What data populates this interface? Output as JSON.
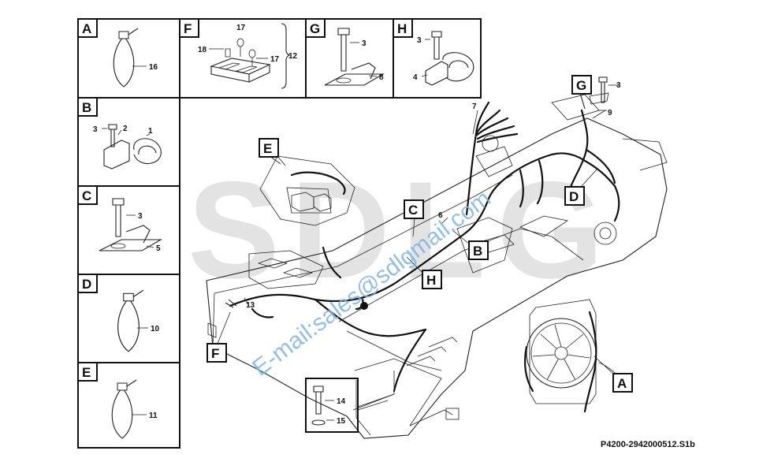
{
  "watermark": {
    "brand": "SDLG",
    "email": "E-mail:sales@sdlgmail.com"
  },
  "drawing_code": "P4200-2942000512.S1b",
  "detail_panels": [
    {
      "letter": "A",
      "parts": [
        {
          "no": "16"
        }
      ]
    },
    {
      "letter": "B",
      "parts": [
        {
          "no": "3"
        },
        {
          "no": "2"
        },
        {
          "no": "1"
        }
      ]
    },
    {
      "letter": "C",
      "parts": [
        {
          "no": "3"
        },
        {
          "no": "5"
        }
      ]
    },
    {
      "letter": "D",
      "parts": [
        {
          "no": "10"
        }
      ]
    },
    {
      "letter": "E",
      "parts": [
        {
          "no": "11"
        }
      ]
    },
    {
      "letter": "F",
      "parts": [
        {
          "no": "17"
        },
        {
          "no": "18"
        },
        {
          "no": "17"
        },
        {
          "no": "12"
        }
      ]
    },
    {
      "letter": "G",
      "parts": [
        {
          "no": "3"
        },
        {
          "no": "8"
        }
      ]
    },
    {
      "letter": "H",
      "parts": [
        {
          "no": "3"
        },
        {
          "no": "4"
        }
      ]
    }
  ],
  "main_view": {
    "part_labels": {
      "p7": "7",
      "p9": "9",
      "p3": "3",
      "p6": "6",
      "p13": "13",
      "p14": "14",
      "p15": "15"
    },
    "callouts": {
      "e": "E",
      "g": "G",
      "d": "D",
      "c": "C",
      "b": "B",
      "h": "H",
      "f": "F",
      "a": "A"
    }
  }
}
